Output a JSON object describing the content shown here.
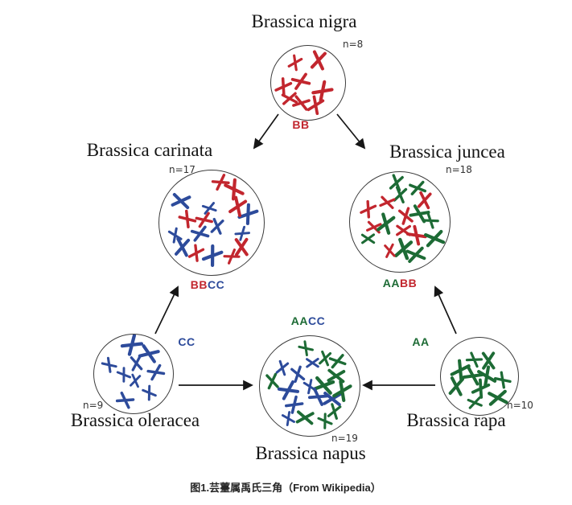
{
  "palette": {
    "red": "#c2262e",
    "blue": "#2d4b9b",
    "green": "#1d6b35",
    "arrow": "#161616"
  },
  "caption": "图1.芸薹属禹氏三角（From Wikipedia）",
  "nodes": {
    "nigra": {
      "title": "Brassica nigra",
      "n": "n=8",
      "genome": [
        {
          "text": "BB",
          "color": "red"
        }
      ],
      "chromosomes": [
        {
          "color": "red",
          "count": 8
        }
      ]
    },
    "carinata": {
      "title": "Brassica carinata",
      "n": "n=17",
      "genome": [
        {
          "text": "BB",
          "color": "red"
        },
        {
          "text": "CC",
          "color": "blue"
        }
      ],
      "chromosomes": [
        {
          "color": "red",
          "count": 8
        },
        {
          "color": "blue",
          "count": 9
        }
      ]
    },
    "juncea": {
      "title": "Brassica juncea",
      "n": "n=18",
      "genome": [
        {
          "text": "AA",
          "color": "green"
        },
        {
          "text": "BB",
          "color": "red"
        }
      ],
      "chromosomes": [
        {
          "color": "green",
          "count": 10
        },
        {
          "color": "red",
          "count": 8
        }
      ]
    },
    "oleracea": {
      "title": "Brassica oleracea",
      "n": "n=9",
      "genome": [
        {
          "text": "CC",
          "color": "blue"
        }
      ],
      "chromosomes": [
        {
          "color": "blue",
          "count": 9
        }
      ]
    },
    "napus": {
      "title": "Brassica napus",
      "n": "n=19",
      "genome": [
        {
          "text": "AA",
          "color": "green"
        },
        {
          "text": "CC",
          "color": "blue"
        }
      ],
      "chromosomes": [
        {
          "color": "green",
          "count": 10
        },
        {
          "color": "blue",
          "count": 9
        }
      ]
    },
    "rapa": {
      "title": "Brassica rapa",
      "n": "n=10",
      "genome": [
        {
          "text": "AA",
          "color": "green"
        }
      ],
      "chromosomes": [
        {
          "color": "green",
          "count": 10
        }
      ]
    }
  }
}
